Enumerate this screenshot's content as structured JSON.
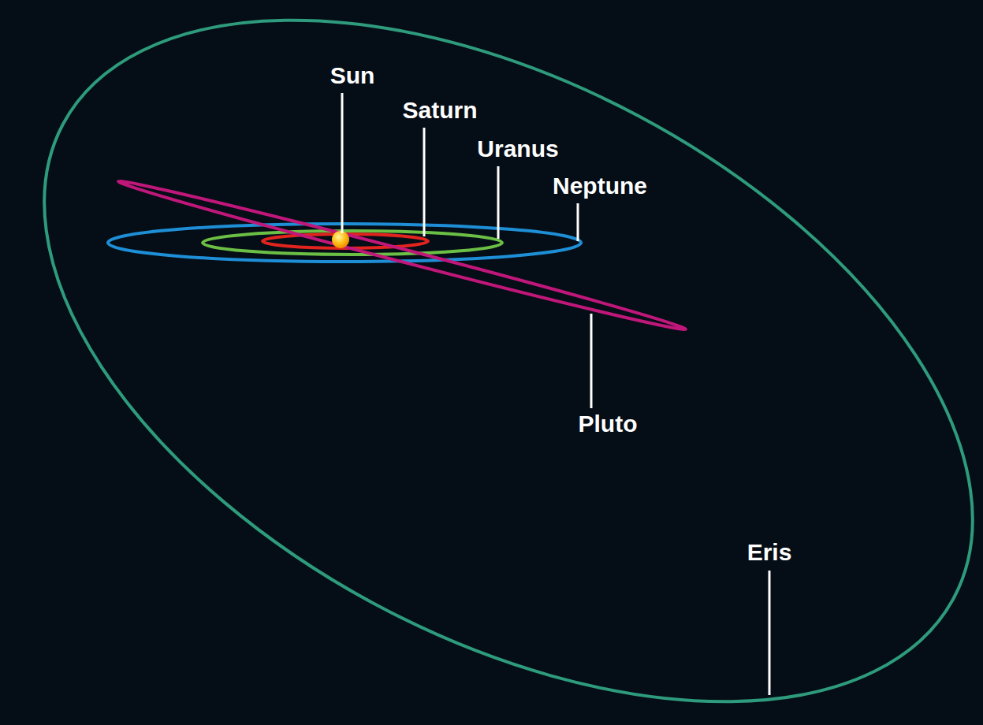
{
  "diagram": {
    "labels": [
      "Sun",
      "Saturn",
      "Uranus",
      "Neptune",
      "Pluto",
      "Eris"
    ]
  }
}
